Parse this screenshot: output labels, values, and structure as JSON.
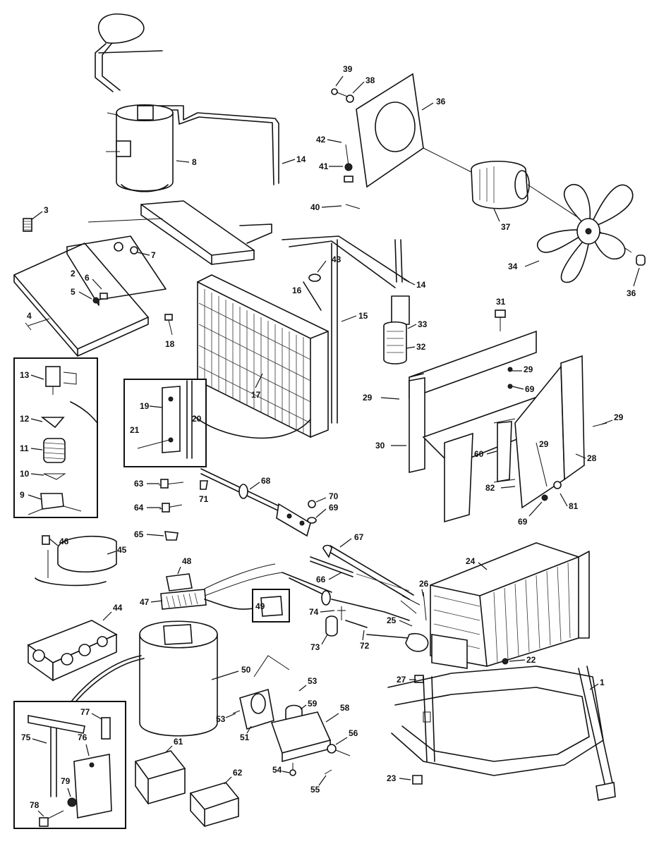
{
  "labels": {
    "l1": "1",
    "l2": "2",
    "l3": "3",
    "l4": "4",
    "l5": "5",
    "l6": "6",
    "l7": "7",
    "l8": "8",
    "l9": "9",
    "l10": "10",
    "l11": "11",
    "l12": "12",
    "l13": "13",
    "l14a": "14",
    "l14b": "14",
    "l15": "15",
    "l16": "16",
    "l17": "17",
    "l18": "18",
    "l19": "19",
    "l20": "20",
    "l21": "21",
    "l22": "22",
    "l23": "23",
    "l24": "24",
    "l25": "25",
    "l26": "26",
    "l27": "27",
    "l28": "28",
    "l29a": "29",
    "l29b": "29",
    "l29c": "29",
    "l29d": "29",
    "l30": "30",
    "l31": "31",
    "l32": "32",
    "l33": "33",
    "l34": "34",
    "l36a": "36",
    "l36b": "36",
    "l37": "37",
    "l38": "38",
    "l39": "39",
    "l40": "40",
    "l41": "41",
    "l42": "42",
    "l43": "43",
    "l44": "44",
    "l45": "45",
    "l46": "46",
    "l47": "47",
    "l48": "48",
    "l49": "49",
    "l50": "50",
    "l51": "51",
    "l53a": "53",
    "l53b": "53",
    "l54": "54",
    "l55": "55",
    "l56": "56",
    "l58": "58",
    "l59": "59",
    "l60": "60",
    "l61": "61",
    "l62": "62",
    "l63": "63",
    "l64": "64",
    "l65": "65",
    "l66": "66",
    "l67": "67",
    "l68": "68",
    "l69a": "69",
    "l69b": "69",
    "l69c": "69",
    "l70": "70",
    "l71": "71",
    "l72": "72",
    "l73": "73",
    "l74": "74",
    "l75": "75",
    "l76": "76",
    "l77": "77",
    "l78": "78",
    "l79": "79",
    "l81": "81",
    "l82": "82"
  }
}
